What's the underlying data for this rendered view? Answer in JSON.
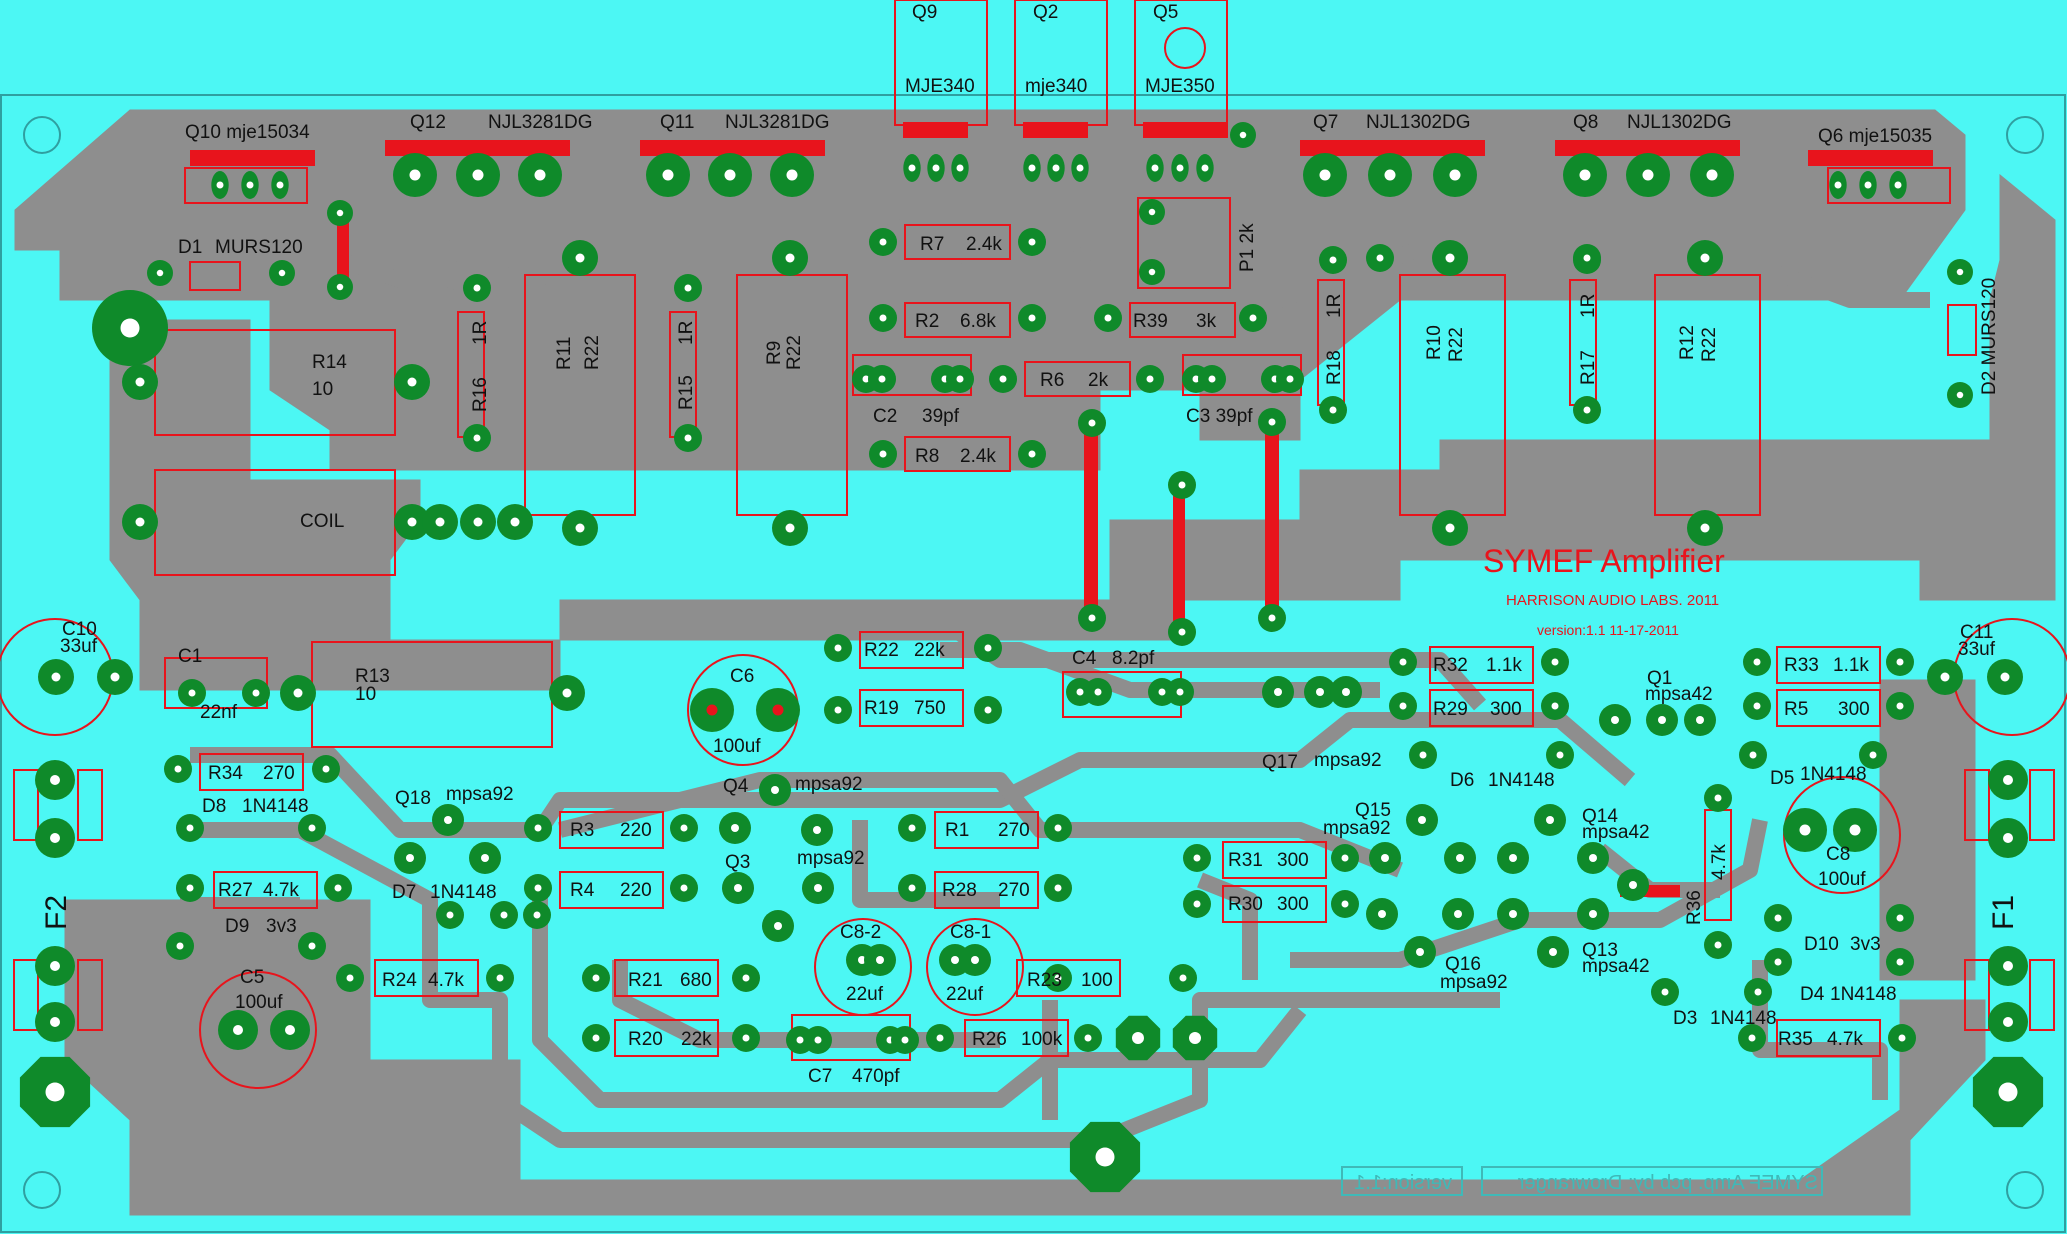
{
  "board": {
    "title": "SYMEF  Amplifier",
    "maker": "HARRISON AUDIO LABS. 2011",
    "version_line": "version:1.1     11-17-2011",
    "mirror_credit": "SYMEF Amp. pcb by: Drowranger",
    "mirror_version": "version:1.1"
  },
  "colors": {
    "background": "#4cf7f4",
    "copper": "#8e8e8e",
    "pad": "#0f8a2a",
    "silk": "#e8141c"
  },
  "labels": {
    "q9": "Q9",
    "q9_part": "MJE340",
    "q2": "Q2",
    "q2_part": "mje340",
    "q5": "Q5",
    "q5_part": "MJE350",
    "q10": "Q10  mje15034",
    "q12": "Q12",
    "q12_part": "NJL3281DG",
    "q11": "Q11",
    "q11_part": "NJL3281DG",
    "q7": "Q7",
    "q7_part": "NJL1302DG",
    "q8": "Q8",
    "q8_part": "NJL1302DG",
    "q6": "Q6  mje15035",
    "d1": "D1",
    "d1_part": "MURS120",
    "d2": "D2   MURS120",
    "r14": "R14",
    "r14_val": "10",
    "coil": "COIL",
    "r16": "R16",
    "r16_val": "1R",
    "r11": "R11",
    "r11_val": "R22",
    "r15": "R15",
    "r15_val": "1R",
    "r9": "R9",
    "r9_val": "R22",
    "r7": "R7",
    "r7_val": "2.4k",
    "r2": "R2",
    "r2_val": "6.8k",
    "r39": "R39",
    "r39_val": "3k",
    "p1": "P1   2k",
    "r6": "R6",
    "r6_val": "2k",
    "c2": "C2",
    "c2_val": "39pf",
    "c3": "C3  39pf",
    "r8": "R8",
    "r8_val": "2.4k",
    "r18": "R18",
    "r18_val": "1R",
    "r10": "R10",
    "r10_val": "R22",
    "r17": "R17",
    "r17_val": "1R",
    "r12": "R12",
    "r12_val": "R22",
    "c10": "C10",
    "c10_val": "33uf",
    "c11": "C11",
    "c11_val": "33uf",
    "c1": "C1",
    "c1_val": "22nf",
    "r13": "R13",
    "r13_val": "10",
    "c6": "C6",
    "c6_val": "100uf",
    "r22": "R22",
    "r22_val": "22k",
    "r19": "R19",
    "r19_val": "750",
    "c4": "C4",
    "c4_val": "8.2pf",
    "r32": "R32",
    "r32_val": "1.1k",
    "r29": "R29",
    "r29_val": "300",
    "q1": "Q1",
    "q1_part": "mpsa42",
    "r33": "R33",
    "r33_val": "1.1k",
    "r5": "R5",
    "r5_val": "300",
    "q17": "Q17",
    "q17_part": "mpsa92",
    "d6": "D6",
    "d6_part": "1N4148",
    "d5": "D5",
    "d5_part": "1N4148",
    "r34": "R34",
    "r34_val": "270",
    "d8": "D8",
    "d8_part": "1N4148",
    "q18": "Q18",
    "q18_part": "mpsa92",
    "q4": "Q4",
    "q4_part": "mpsa92",
    "q3": "Q3",
    "q3_part": "mpsa92",
    "r3": "R3",
    "r3_val": "220",
    "r4": "R4",
    "r4_val": "220",
    "r1": "R1",
    "r1_val": "270",
    "r28": "R28",
    "r28_val": "270",
    "r31": "R31",
    "r31_val": "300",
    "r30": "R30",
    "r30_val": "300",
    "q15": "Q15",
    "q15_part": "mpsa92",
    "q14": "Q14",
    "q14_part": "mpsa42",
    "q16": "Q16",
    "q16_part": "mpsa92",
    "q13": "Q13",
    "q13_part": "mpsa42",
    "r36": "R36",
    "r36_val": "4.7k",
    "c8": "C8",
    "c8_val": "100uf",
    "r27": "R27",
    "r27_val": "4.7k",
    "d7": "D7",
    "d7_part": "1N4148",
    "d9": "D9",
    "d9_part": "3v3",
    "c5": "C5",
    "c5_val": "100uf",
    "r24": "R24",
    "r24_val": "4.7k",
    "c8_2": "C8-2",
    "c8_2_val": "22uf",
    "c8_1": "C8-1",
    "c8_1_val": "22uf",
    "r21": "R21",
    "r21_val": "680",
    "r23": "R23",
    "r23_val": "100",
    "r20": "R20",
    "r20_val": "22k",
    "c7": "C7",
    "c7_val": "470pf",
    "r26": "R26",
    "r26_val": "100k",
    "d10": "D10",
    "d10_part": "3v3",
    "d4": "D4",
    "d4_part": "1N4148",
    "d3": "D3",
    "d3_part": "1N4148",
    "r35": "R35",
    "r35_val": "4.7k",
    "f1": "F1",
    "f2": "F2"
  }
}
